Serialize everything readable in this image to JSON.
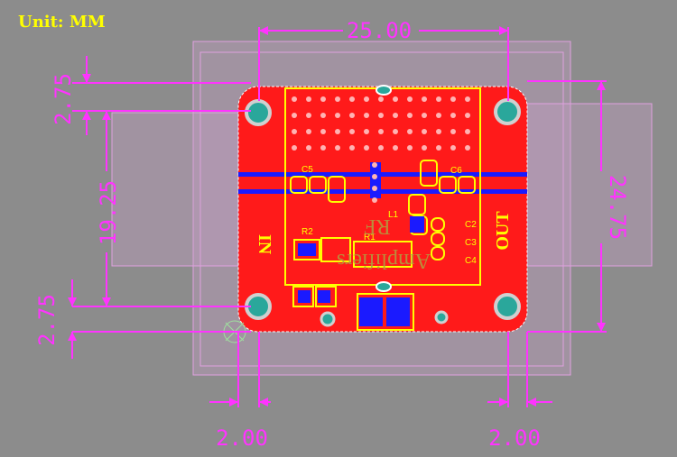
{
  "unit_label": "Unit: MM",
  "dimensions": {
    "top_width": "25.00",
    "right_height": "24.75",
    "left_top_margin": "2.75",
    "left_middle": "19.25",
    "left_bottom_margin": "2.75",
    "bottom_left_margin": "2.00",
    "bottom_right_margin": "2.00"
  },
  "silkscreen": {
    "input": "IN",
    "output": "OUT",
    "brand_line1": "RF",
    "brand_line2": "Amplifiers"
  },
  "components": [
    "C5",
    "C6",
    "L1",
    "R2",
    "R1",
    "C2",
    "C3",
    "C4"
  ],
  "colors": {
    "background": "#8c8c8c",
    "board": "#ff1a1a",
    "trace": "#1a1aff",
    "silkscreen": "#ffff00",
    "dimension": "#ff33ff",
    "pad": "#2aa79b"
  }
}
